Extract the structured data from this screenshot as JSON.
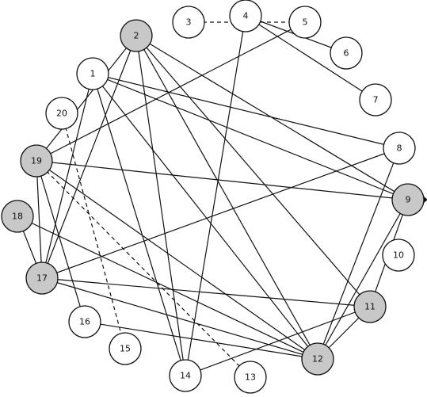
{
  "diagram": {
    "colors": {
      "highlight_fill": "#c8c8c8",
      "normal_fill": "#ffffff",
      "stroke": "#111111"
    },
    "nodes": [
      {
        "id": "1",
        "label": "1",
        "highlighted": false
      },
      {
        "id": "2",
        "label": "2",
        "highlighted": true
      },
      {
        "id": "3",
        "label": "3",
        "highlighted": false
      },
      {
        "id": "4",
        "label": "4",
        "highlighted": false
      },
      {
        "id": "5",
        "label": "5",
        "highlighted": false
      },
      {
        "id": "6",
        "label": "6",
        "highlighted": false
      },
      {
        "id": "7",
        "label": "7",
        "highlighted": false
      },
      {
        "id": "8",
        "label": "8",
        "highlighted": false
      },
      {
        "id": "9",
        "label": "9",
        "highlighted": true
      },
      {
        "id": "10",
        "label": "10",
        "highlighted": false
      },
      {
        "id": "11",
        "label": "11",
        "highlighted": true
      },
      {
        "id": "12",
        "label": "12",
        "highlighted": true
      },
      {
        "id": "13",
        "label": "13",
        "highlighted": false
      },
      {
        "id": "14",
        "label": "14",
        "highlighted": false
      },
      {
        "id": "15",
        "label": "15",
        "highlighted": false
      },
      {
        "id": "16",
        "label": "16",
        "highlighted": false
      },
      {
        "id": "17",
        "label": "17",
        "highlighted": true
      },
      {
        "id": "18",
        "label": "18",
        "highlighted": true
      },
      {
        "id": "19",
        "label": "19",
        "highlighted": true
      },
      {
        "id": "20",
        "label": "20",
        "highlighted": false
      }
    ],
    "edges": [
      {
        "from": "3",
        "to": "5",
        "style": "dashed"
      },
      {
        "from": "4",
        "to": "6",
        "style": "solid"
      },
      {
        "from": "4",
        "to": "7",
        "style": "solid"
      },
      {
        "from": "4",
        "to": "14",
        "style": "solid"
      },
      {
        "from": "5",
        "to": "19",
        "style": "solid"
      },
      {
        "from": "2",
        "to": "19",
        "style": "solid"
      },
      {
        "from": "2",
        "to": "17",
        "style": "solid"
      },
      {
        "from": "2",
        "to": "14",
        "style": "solid"
      },
      {
        "from": "2",
        "to": "9",
        "style": "solid"
      },
      {
        "from": "2",
        "to": "12",
        "style": "solid"
      },
      {
        "from": "2",
        "to": "11",
        "style": "solid"
      },
      {
        "from": "1",
        "to": "17",
        "style": "solid"
      },
      {
        "from": "1",
        "to": "8",
        "style": "solid"
      },
      {
        "from": "1",
        "to": "9",
        "style": "solid"
      },
      {
        "from": "1",
        "to": "12",
        "style": "solid"
      },
      {
        "from": "1",
        "to": "14",
        "style": "solid"
      },
      {
        "from": "20",
        "to": "15",
        "style": "dashed"
      },
      {
        "from": "19",
        "to": "12",
        "style": "solid"
      },
      {
        "from": "19",
        "to": "13",
        "style": "dashed"
      },
      {
        "from": "19",
        "to": "17",
        "style": "solid"
      },
      {
        "from": "19",
        "to": "16",
        "style": "solid"
      },
      {
        "from": "18",
        "to": "12",
        "style": "solid"
      },
      {
        "from": "18",
        "to": "17",
        "style": "solid"
      },
      {
        "from": "17",
        "to": "8",
        "style": "solid"
      },
      {
        "from": "17",
        "to": "11",
        "style": "solid"
      },
      {
        "from": "17",
        "to": "12",
        "style": "solid"
      },
      {
        "from": "16",
        "to": "12",
        "style": "solid"
      },
      {
        "from": "14",
        "to": "11",
        "style": "solid"
      },
      {
        "from": "12",
        "to": "8",
        "style": "solid"
      },
      {
        "from": "12",
        "to": "9",
        "style": "solid"
      },
      {
        "from": "11",
        "to": "9",
        "style": "solid"
      },
      {
        "from": "12",
        "to": "11",
        "style": "solid"
      },
      {
        "from": "19",
        "to": "9",
        "style": "solid"
      }
    ]
  }
}
